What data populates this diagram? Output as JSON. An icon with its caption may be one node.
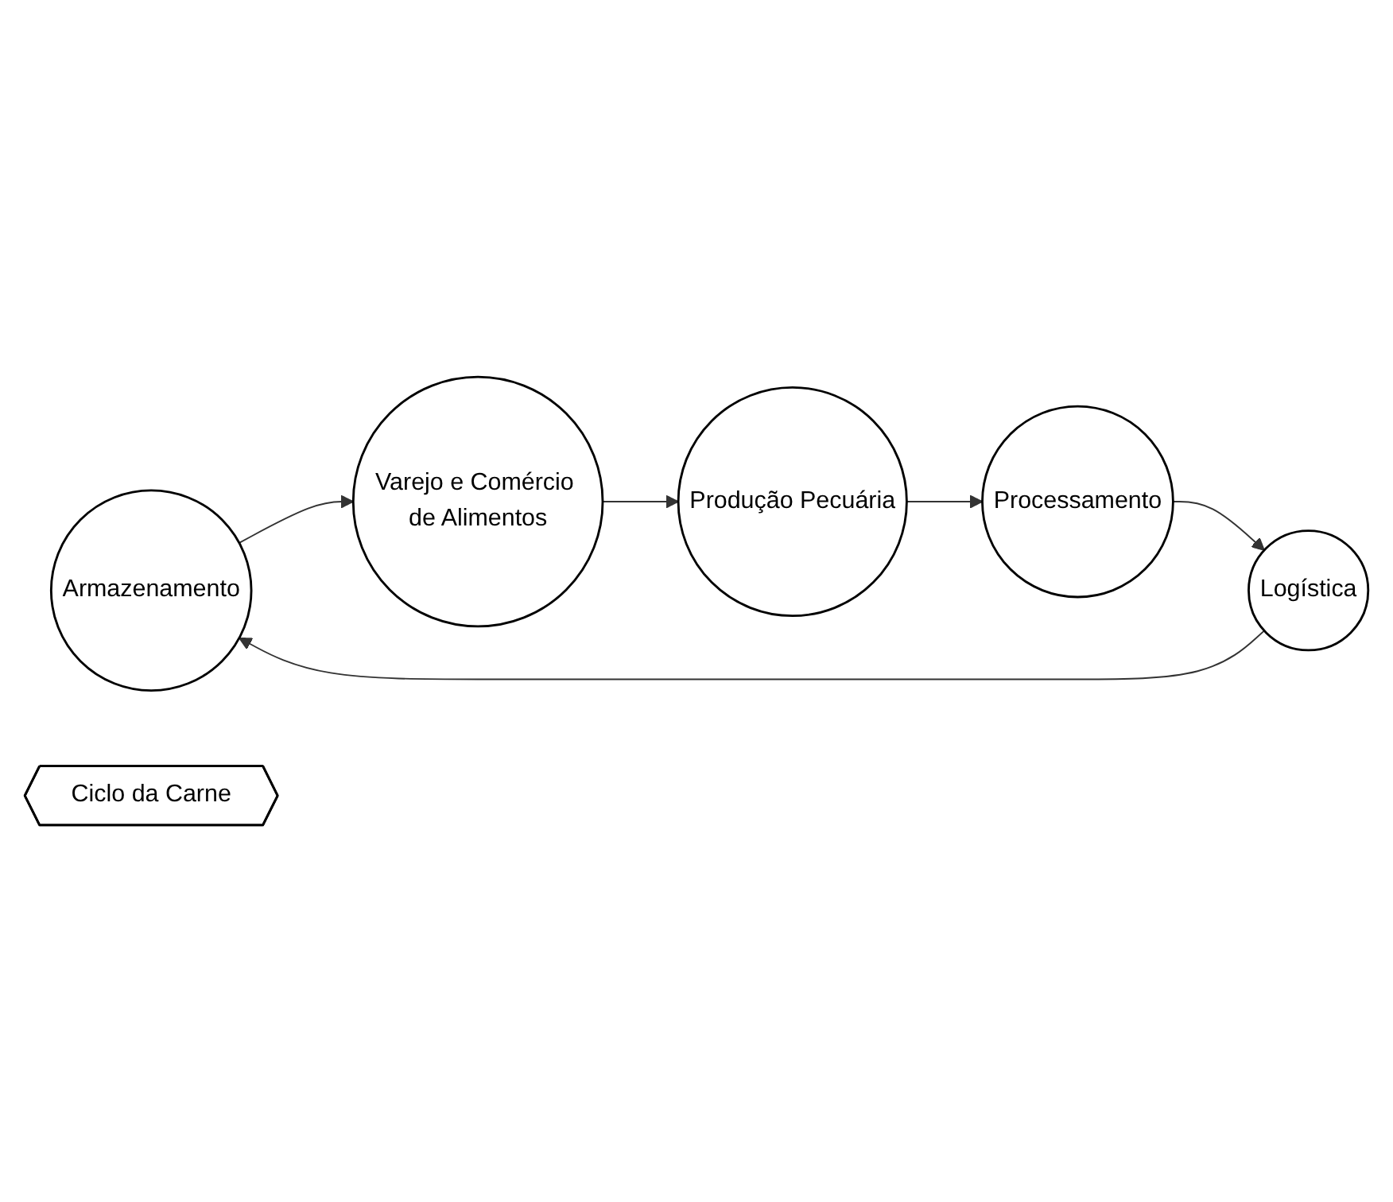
{
  "diagram": {
    "nodes": [
      {
        "text": [
          "Armazenamento"
        ]
      },
      {
        "text": [
          "Varejo e Comércio de Alimentos"
        ]
      },
      {
        "text": [
          "Ciclo da Carne"
        ]
      },
      {
        "text": [
          "Logística"
        ]
      },
      {
        "text": [
          "Produção Pecuária"
        ]
      },
      {
        "text": [
          "Processamento"
        ]
      }
    ],
    "edges": [
      {
        "from": 0,
        "to": 1,
        "arrow": "to"
      },
      {
        "from": 1,
        "to": 4,
        "arrow": "to"
      },
      {
        "from": 4,
        "to": 5,
        "arrow": "to"
      },
      {
        "from": 5,
        "to": 3,
        "arrow": "to"
      },
      {
        "from": 3,
        "to": 0,
        "arrow": "to"
      }
    ]
  }
}
